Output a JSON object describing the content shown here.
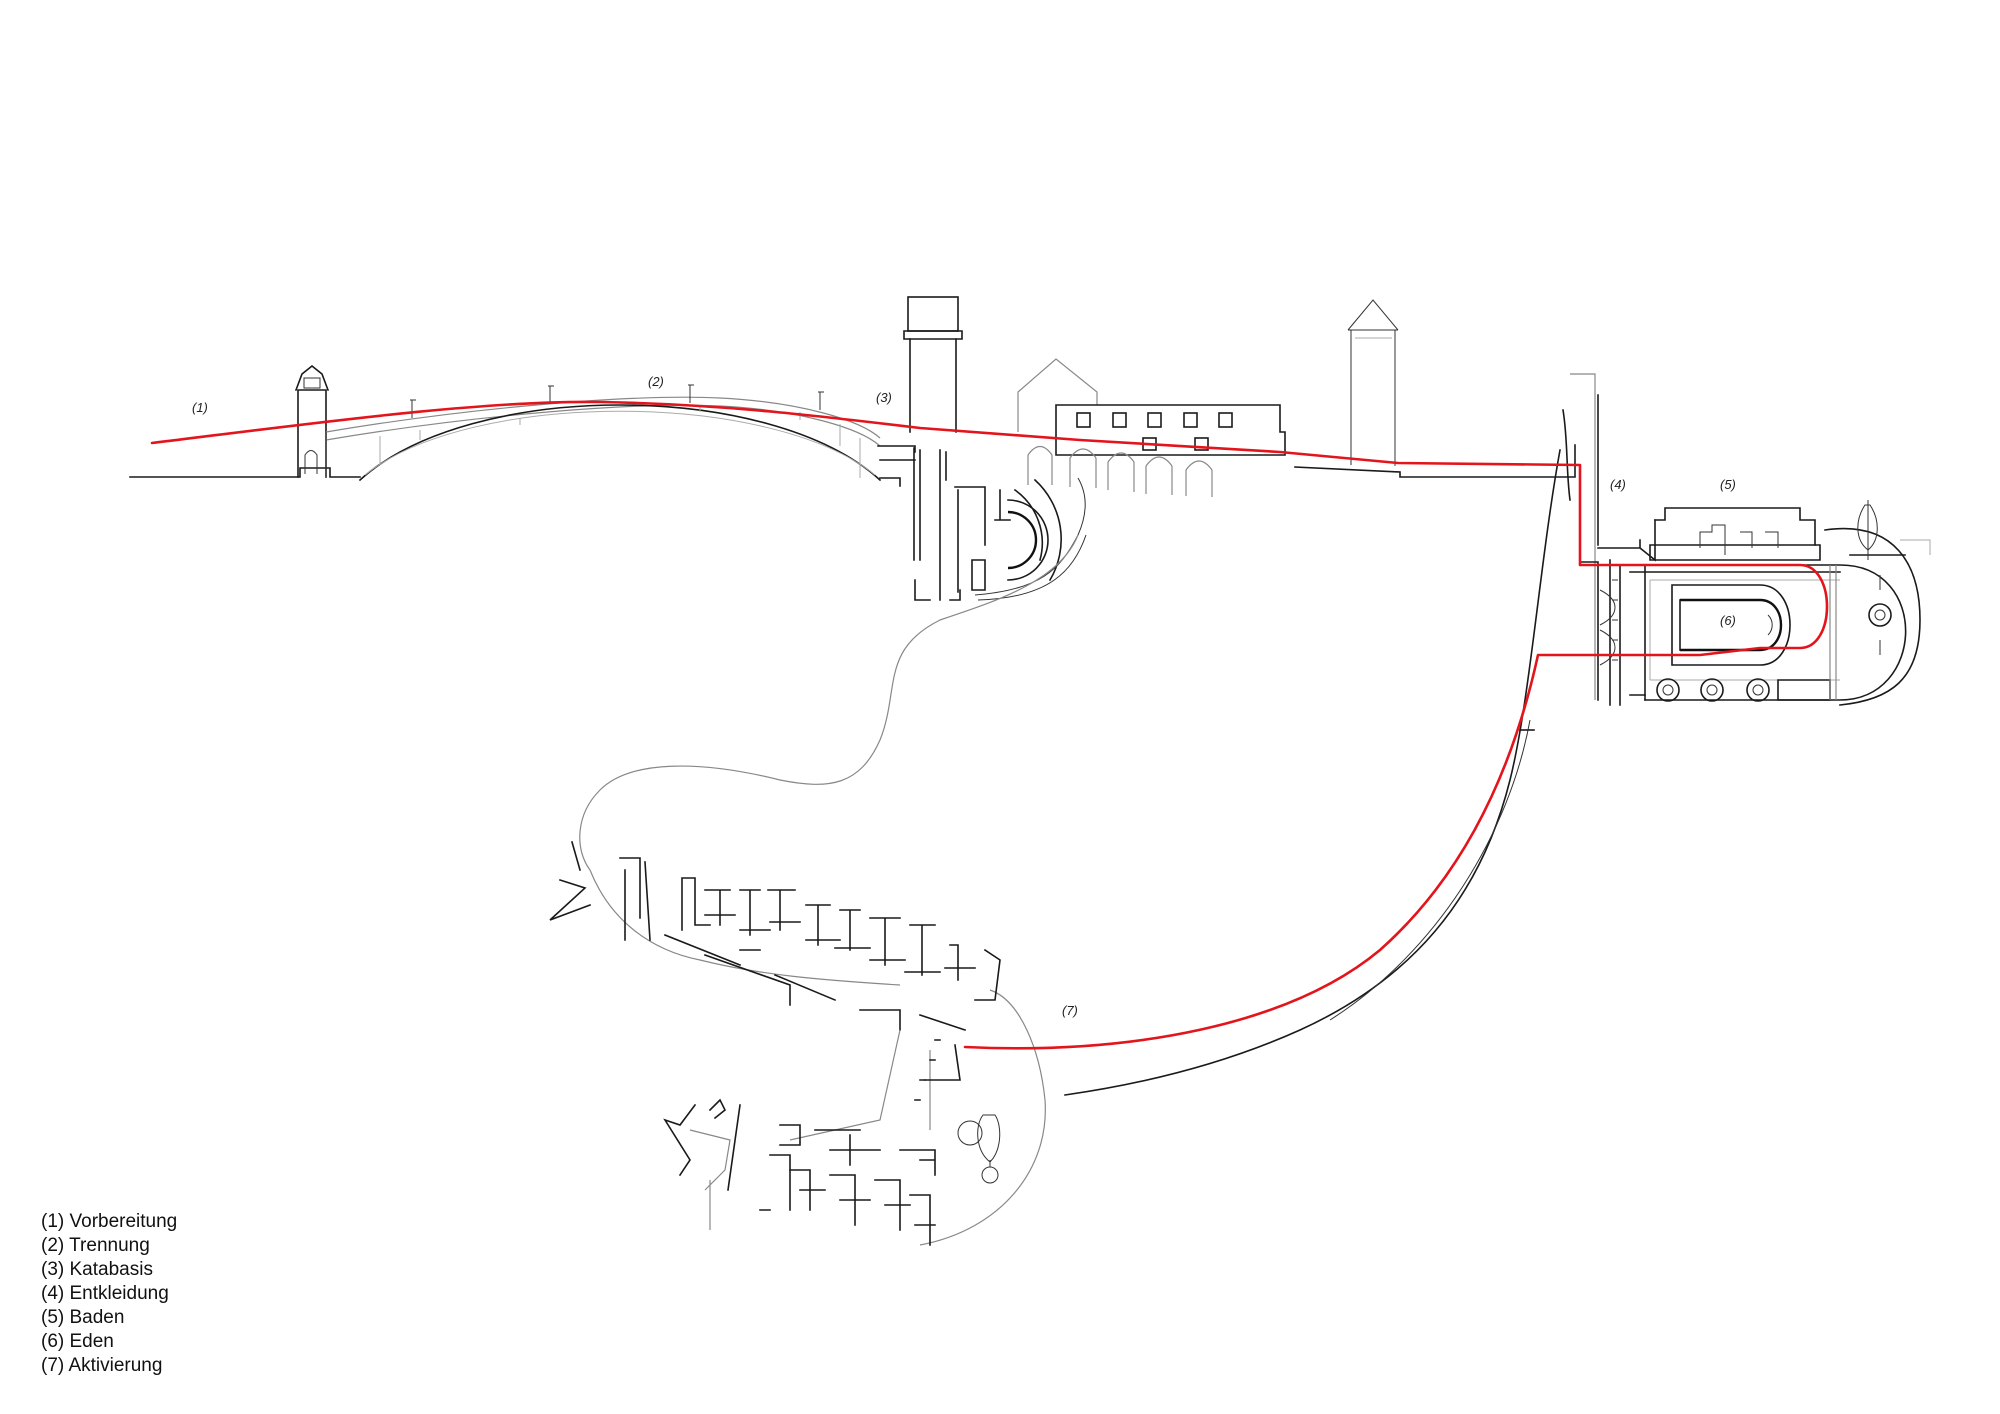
{
  "diagram": {
    "route_color": "#e3141b",
    "stations": [
      {
        "id": "1",
        "tag": "(1)"
      },
      {
        "id": "2",
        "tag": "(2)"
      },
      {
        "id": "3",
        "tag": "(3)"
      },
      {
        "id": "4",
        "tag": "(4)"
      },
      {
        "id": "5",
        "tag": "(5)"
      },
      {
        "id": "6",
        "tag": "(6)"
      },
      {
        "id": "7",
        "tag": "(7)"
      }
    ]
  },
  "legend": {
    "items": [
      "(1) Vorbereitung",
      "(2) Trennung",
      "(3) Katabasis",
      "(4) Entkleidung",
      "(5) Baden",
      "(6) Eden",
      "(7) Aktivierung"
    ]
  }
}
